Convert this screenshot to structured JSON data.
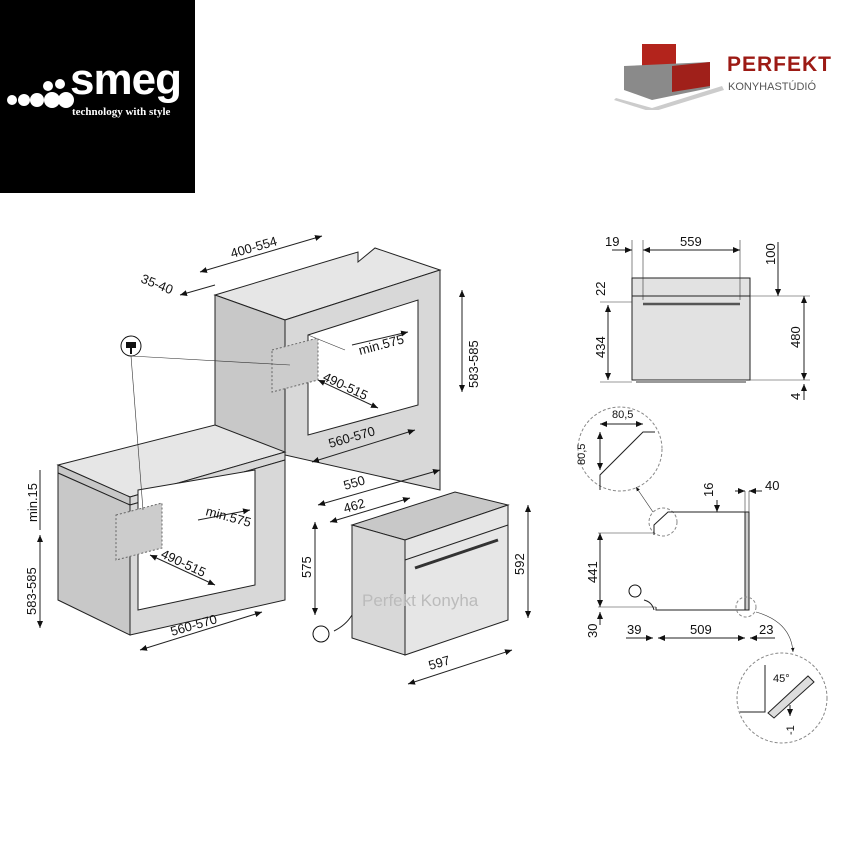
{
  "logos": {
    "smeg": {
      "word": "smeg",
      "tagline": "technology with style"
    },
    "perfekt": {
      "name": "PERFEKT",
      "subtitle": "KONYHASTÚDIÓ"
    }
  },
  "watermark": "Perfekt Konyha",
  "installation_view": {
    "tall_unit": {
      "depth": "400-554",
      "rear_gap": "35-40",
      "opening_height": "583-585",
      "opening_depth": "min.575",
      "opening_depth2": "490-515",
      "opening_width": "560-570"
    },
    "base_unit": {
      "top_gap": "min.15",
      "opening_height": "583-585",
      "opening_depth": "min.575",
      "opening_depth2": "490-515",
      "opening_width": "560-570"
    },
    "oven": {
      "depth": "550",
      "body_depth": "462",
      "body_height": "575",
      "height": "592",
      "width": "597"
    }
  },
  "front_view": {
    "left": "19",
    "handle_width": "559",
    "top": "100",
    "handle_offset": "22",
    "lower": "434",
    "height": "480",
    "bottom": "4"
  },
  "side_view": {
    "chamfer_w": "80,5",
    "chamfer_h": "80,5",
    "top_wall": "16",
    "door": "40",
    "height": "441",
    "foot": "30",
    "rear": "39",
    "depth": "509",
    "front": "23",
    "angle": "45°",
    "gap": "-1"
  },
  "colors": {
    "line": "#222222",
    "panel": "#d8d8d8",
    "brand_red": "#9c1a14"
  }
}
